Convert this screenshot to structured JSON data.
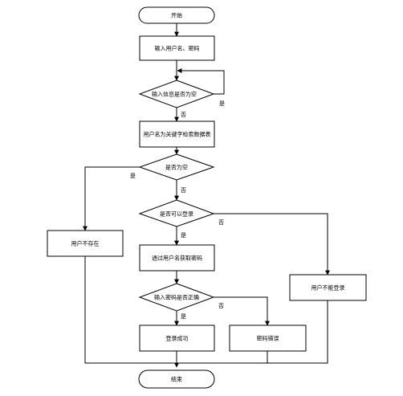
{
  "nodes": {
    "start": "开始",
    "input": "输入用户名、密码",
    "check_info": "输入信息是否为空",
    "search": "用户名为关键字检索数据表",
    "is_empty": "是否为空",
    "can_login": "是否可以登录",
    "user_not_exist": "用户不存在",
    "get_password": "通过用户名获取密码",
    "cannot_login": "用户不能登录",
    "pwd_correct": "输入密码是否正确",
    "login_ok": "登录成功",
    "pwd_wrong": "密码错误",
    "end": "结束"
  },
  "edges": {
    "yes": "是",
    "no": "否"
  }
}
